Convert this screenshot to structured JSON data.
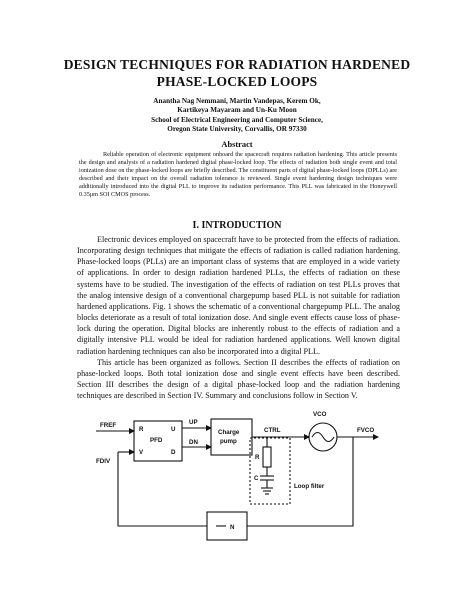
{
  "paper": {
    "title_line1": "DESIGN TECHNIQUES FOR RADIATION HARDENED",
    "title_line2": "PHASE-LOCKED LOOPS",
    "authors_line1": "Anantha Nag Nemmani, Martin Vandepas, Kerem Ok,",
    "authors_line2": "Kartikeya Mayaram and Un-Ku Moon",
    "affiliation_line1": "School of Electrical Engineering and Computer Science,",
    "affiliation_line2": "Oregon State University, Corvallis, OR 97330",
    "abstract_heading": "Abstract",
    "abstract_text": "Reliable operation of electronic equipment onboard the spacecraft requires radiation hardening. This article presents the design and analysis of a radiation hardened digital phase-locked loop. The effects of radiation both single event and total ionization dose on the phase-locked loops are briefly described. The constituent parts of digital phase-locked loops (DPLLs) are described and their impact on the overall radiation tolerance is reviewed. Single event hardening design techniques were additionally introduced into the digital PLL to improve its radiation performance. This PLL was fabricated in the Honeywell 0.35μm SOI CMOS process.",
    "section_heading": "I. INTRODUCTION",
    "intro_paragraph1": "Electronic devices employed on spacecraft have to be protected from the effects of radiation. Incorporating design techniques that mitigate the effects of radiation is called radiation hardening. Phase-locked loops (PLLs) are an important class of systems that are employed in a wide variety of applications. In order to design radiation hardened PLLs, the effects of radiation on these systems have to be studied. The investigation of the effects of radiation on test PLLs proves that the analog intensive design of a conventional chargepump based PLL is not suitable for radiation hardened applications. Fig. 1 shows the schematic of a conventional chargepump PLL. The analog blocks deteriorate as a result of total ionization dose. And single event effects cause loss of phase-lock during the operation. Digital blocks are inherently robust to the effects of radiation and a digitally intensive PLL would be ideal for radiation hardened applications. Well known digital radiation hardening techniques can also be incorporated into a digital PLL.",
    "intro_paragraph2": "This article has been organized as follows. Section II describes the effects of radiation on phase-locked loops. Both total ionization dose and single event effects have been described. Section III describes the design of a digital phase-locked loop and the radiation hardening techniques are described in Section IV. Summary and conclusions follow in Section V."
  },
  "figure": {
    "fref": "FREF",
    "fdiv": "FDIV",
    "pfd": "PFD",
    "r": "R",
    "u": "U",
    "v": "V",
    "d": "D",
    "up": "UP",
    "dn": "DN",
    "charge": "Charge",
    "pump": "pump",
    "ctrl": "CTRL",
    "vco": "VCO",
    "fvco": "FVCO",
    "res_r": "R",
    "cap_c": "C",
    "loop_filter": "Loop filter",
    "divider": "N"
  }
}
